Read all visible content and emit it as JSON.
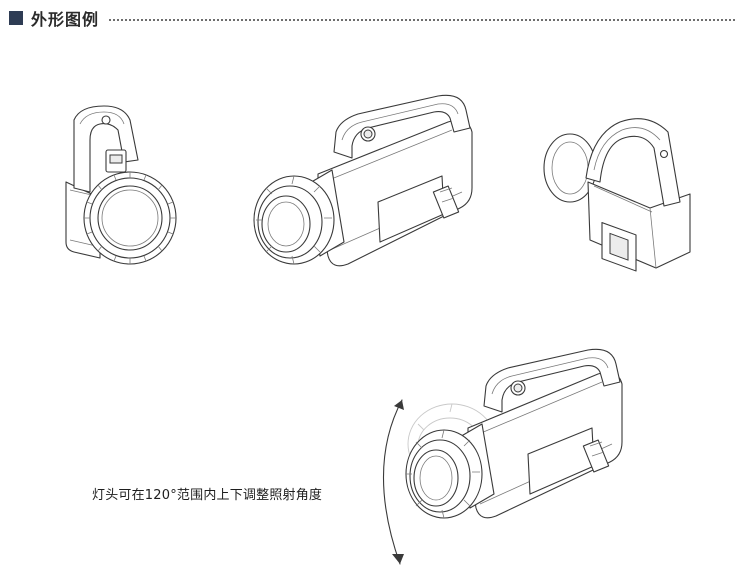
{
  "section": {
    "title": "外形图例"
  },
  "caption": {
    "text": "灯头可在120°范围内上下调整照射角度"
  },
  "views": [
    {
      "name": "front view",
      "icon": "searchlight-front-icon"
    },
    {
      "name": "side view",
      "icon": "searchlight-side-icon"
    },
    {
      "name": "rear view",
      "icon": "searchlight-rear-icon"
    },
    {
      "name": "adjustable head view",
      "icon": "searchlight-adjustable-head-icon"
    }
  ],
  "colors": {
    "accent": "#2e3c54",
    "line": "#3a3a3a"
  }
}
